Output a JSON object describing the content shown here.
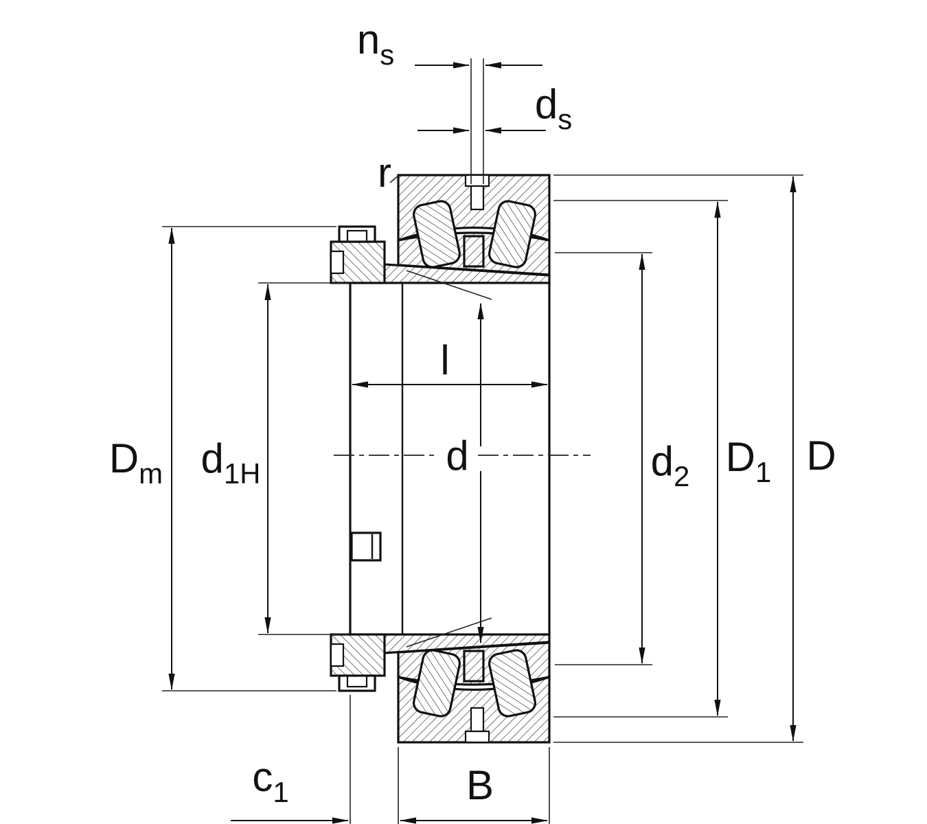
{
  "diagram": {
    "type": "technical-drawing",
    "labels": {
      "ns": {
        "base": "n",
        "sub": "s"
      },
      "ds": {
        "base": "d",
        "sub": "s"
      },
      "r": {
        "base": "r",
        "sub": ""
      },
      "l": {
        "base": "l",
        "sub": ""
      },
      "d": {
        "base": "d",
        "sub": ""
      },
      "Dm": {
        "base": "D",
        "sub": "m"
      },
      "d1H": {
        "base": "d",
        "sub": "1H"
      },
      "d2": {
        "base": "d",
        "sub": "2"
      },
      "D1": {
        "base": "D",
        "sub": "1"
      },
      "D": {
        "base": "D",
        "sub": ""
      },
      "c1": {
        "base": "c",
        "sub": "1"
      },
      "B": {
        "base": "B",
        "sub": ""
      }
    },
    "colors": {
      "line": "#111111",
      "thin_line": "#222222",
      "background": "#ffffff"
    }
  }
}
